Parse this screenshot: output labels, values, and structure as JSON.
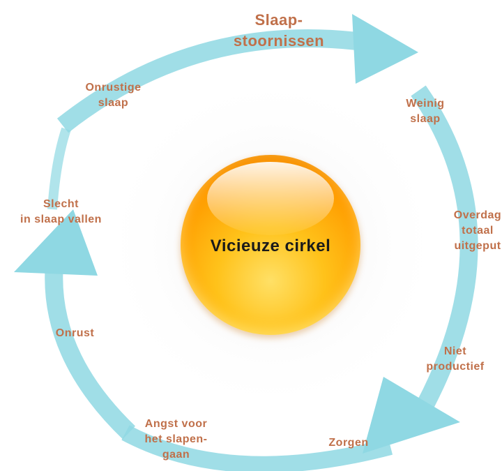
{
  "diagram": {
    "center_label": "Vicieuze cirkel",
    "title_node": "Slaap-\nstoornissen",
    "nodes": {
      "onrustige_slaap": "Onrustige\nslaap",
      "weinig_slaap": "Weinig\nslaap",
      "overdag_uitgeput": "Overdag\ntotaal\nuitgeput",
      "niet_productief": "Niet\nproductief",
      "zorgen": "Zorgen",
      "angst_slapen": "Angst voor\nhet slapen-\ngaan",
      "onrust": "Onrust",
      "slecht_inslapen": "Slecht\nin slaap vallen"
    }
  },
  "colors": {
    "arrow": "#8fd8e3",
    "label_text": "#c0704a",
    "center_orange": "#ff9c00",
    "center_text": "#1a1a1a"
  }
}
